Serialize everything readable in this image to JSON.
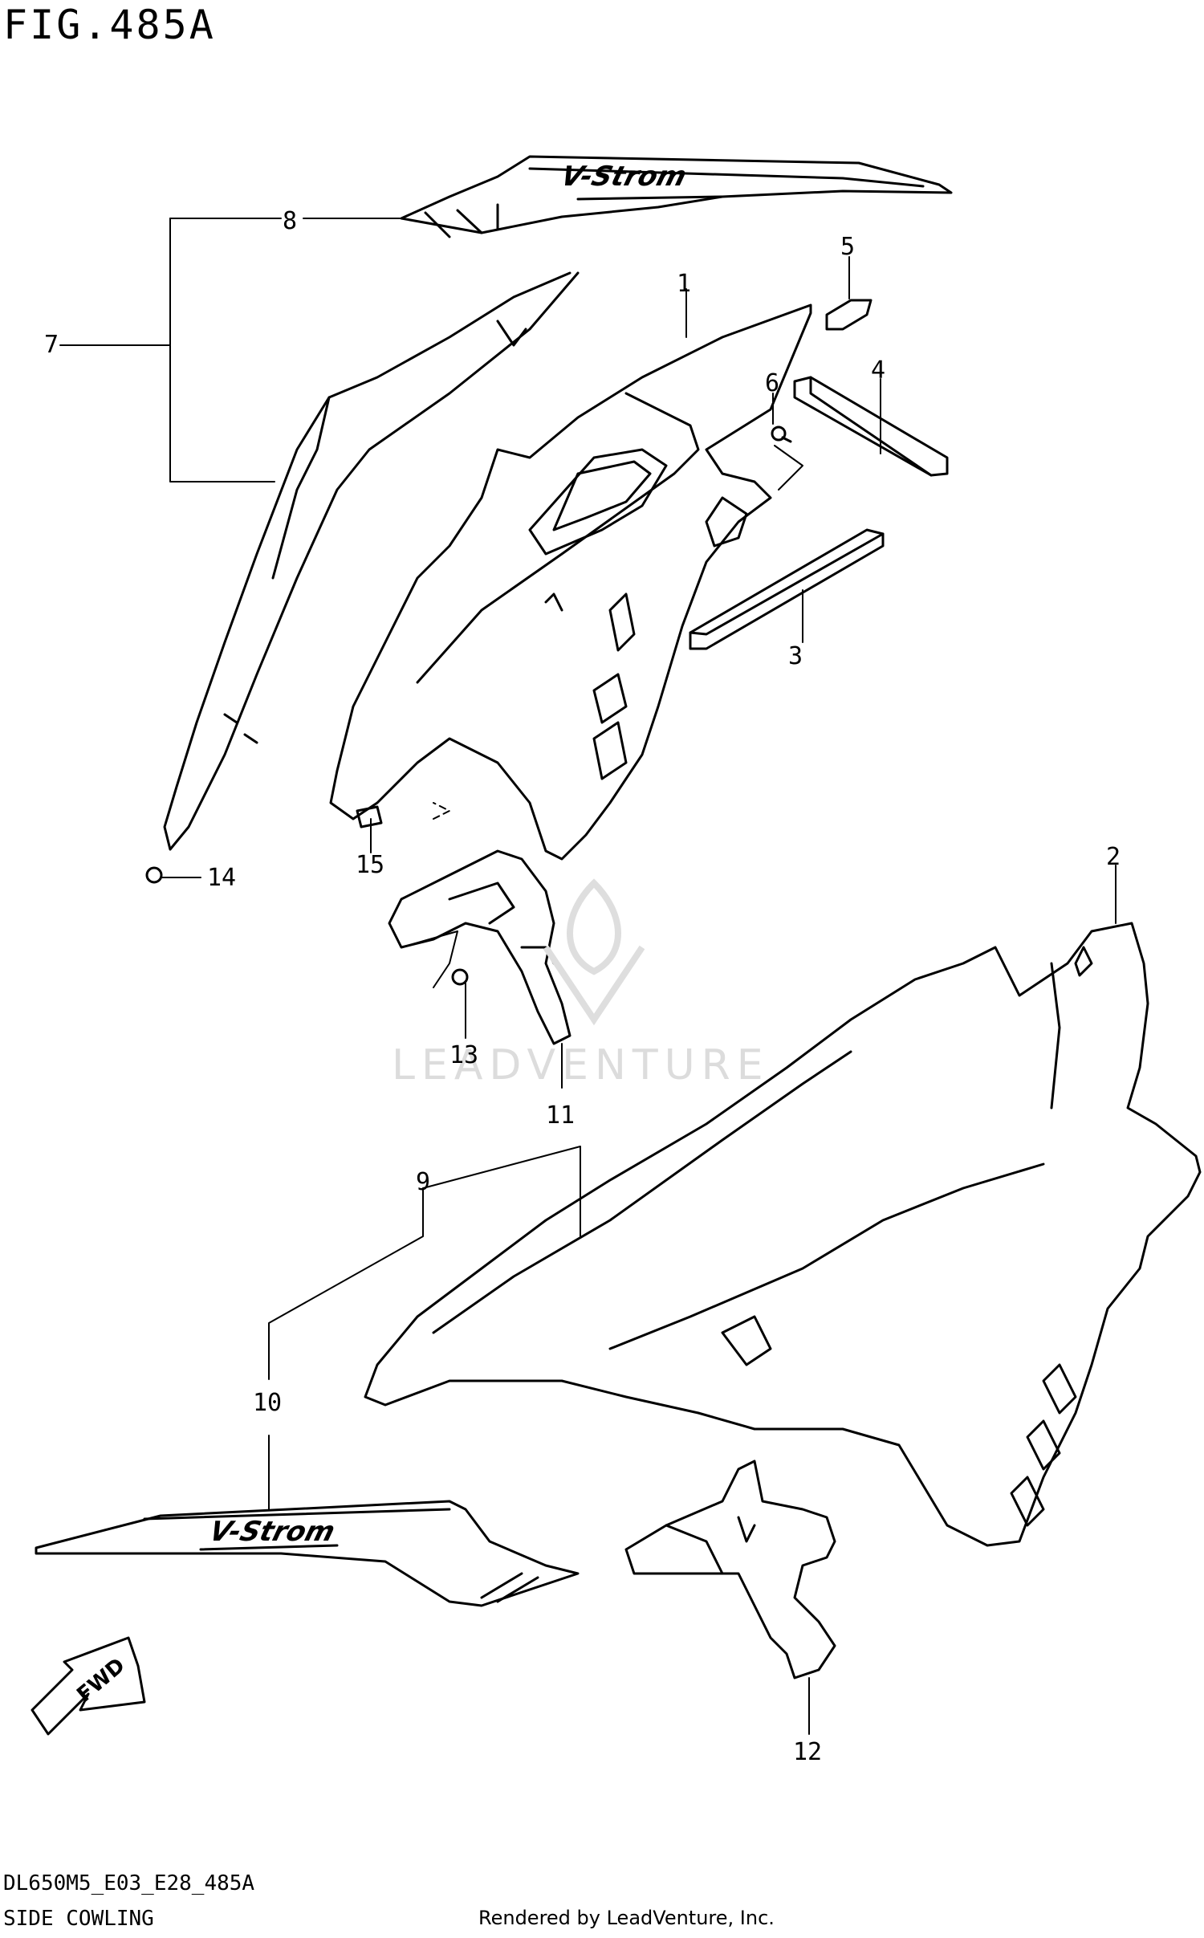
{
  "figure": {
    "title": "FIG.485A"
  },
  "callouts": [
    "1",
    "2",
    "3",
    "4",
    "5",
    "6",
    "7",
    "8",
    "9",
    "10",
    "11",
    "12",
    "13",
    "14",
    "15"
  ],
  "decal_text": "V-Strom",
  "fwd_label": "FWD",
  "watermark": "LEADVENTURE",
  "footer": {
    "code": "DL650M5_E03_E28_485A",
    "name": "SIDE COWLING",
    "credit": "Rendered by LeadVenture, Inc."
  }
}
